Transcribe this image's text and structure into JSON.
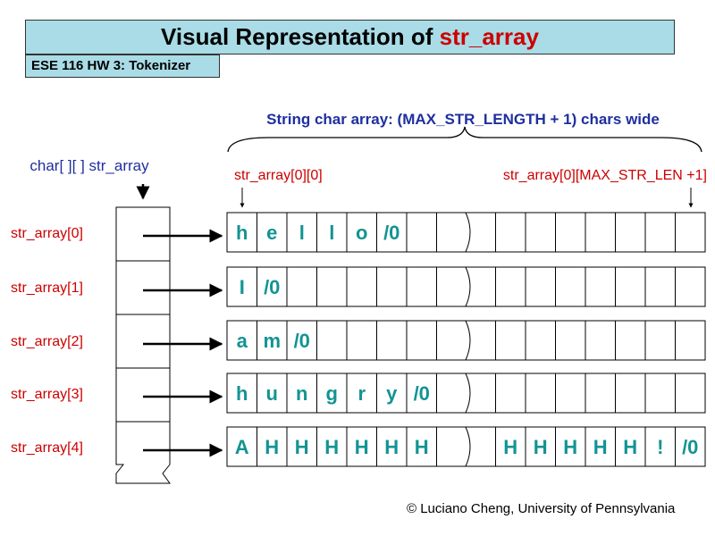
{
  "title": {
    "prefix": "Visual Representation of ",
    "highlight": "str_array"
  },
  "subtitle": "ESE 116 HW 3: Tokenizer",
  "header_label": "String char array: (MAX_STR_LENGTH + 1) chars wide",
  "pointer_label": "char[ ][ ] str_array",
  "first_index_label": "str_array[0][0]",
  "last_index_label": "str_array[0][MAX_STR_LEN +1]",
  "rows": [
    {
      "label": "str_array[0]",
      "left": [
        "h",
        "e",
        "l",
        "l",
        "o",
        "/0",
        "",
        ""
      ],
      "right": [
        "",
        "",
        "",
        "",
        "",
        "",
        "",
        ""
      ]
    },
    {
      "label": "str_array[1]",
      "left": [
        "I",
        "/0",
        "",
        "",
        "",
        "",
        "",
        ""
      ],
      "right": [
        "",
        "",
        "",
        "",
        "",
        "",
        "",
        ""
      ]
    },
    {
      "label": "str_array[2]",
      "left": [
        "a",
        "m",
        "/0",
        "",
        "",
        "",
        "",
        ""
      ],
      "right": [
        "",
        "",
        "",
        "",
        "",
        "",
        "",
        ""
      ]
    },
    {
      "label": "str_array[3]",
      "left": [
        "h",
        "u",
        "n",
        "g",
        "r",
        "y",
        "/0",
        ""
      ],
      "right": [
        "",
        "",
        "",
        "",
        "",
        "",
        "",
        ""
      ]
    },
    {
      "label": "str_array[4]",
      "left": [
        "A",
        "H",
        "H",
        "H",
        "H",
        "H",
        "H",
        ""
      ],
      "right": [
        "",
        "H",
        "H",
        "H",
        "H",
        "H",
        "!",
        "/0"
      ]
    }
  ],
  "copyright": "© Luciano Cheng, University of Pennsylvania",
  "colors": {
    "title_bg": "#a9dce6",
    "label_red": "#cc0000",
    "header_blue": "#1f2f9f",
    "char_teal": "#149393"
  }
}
